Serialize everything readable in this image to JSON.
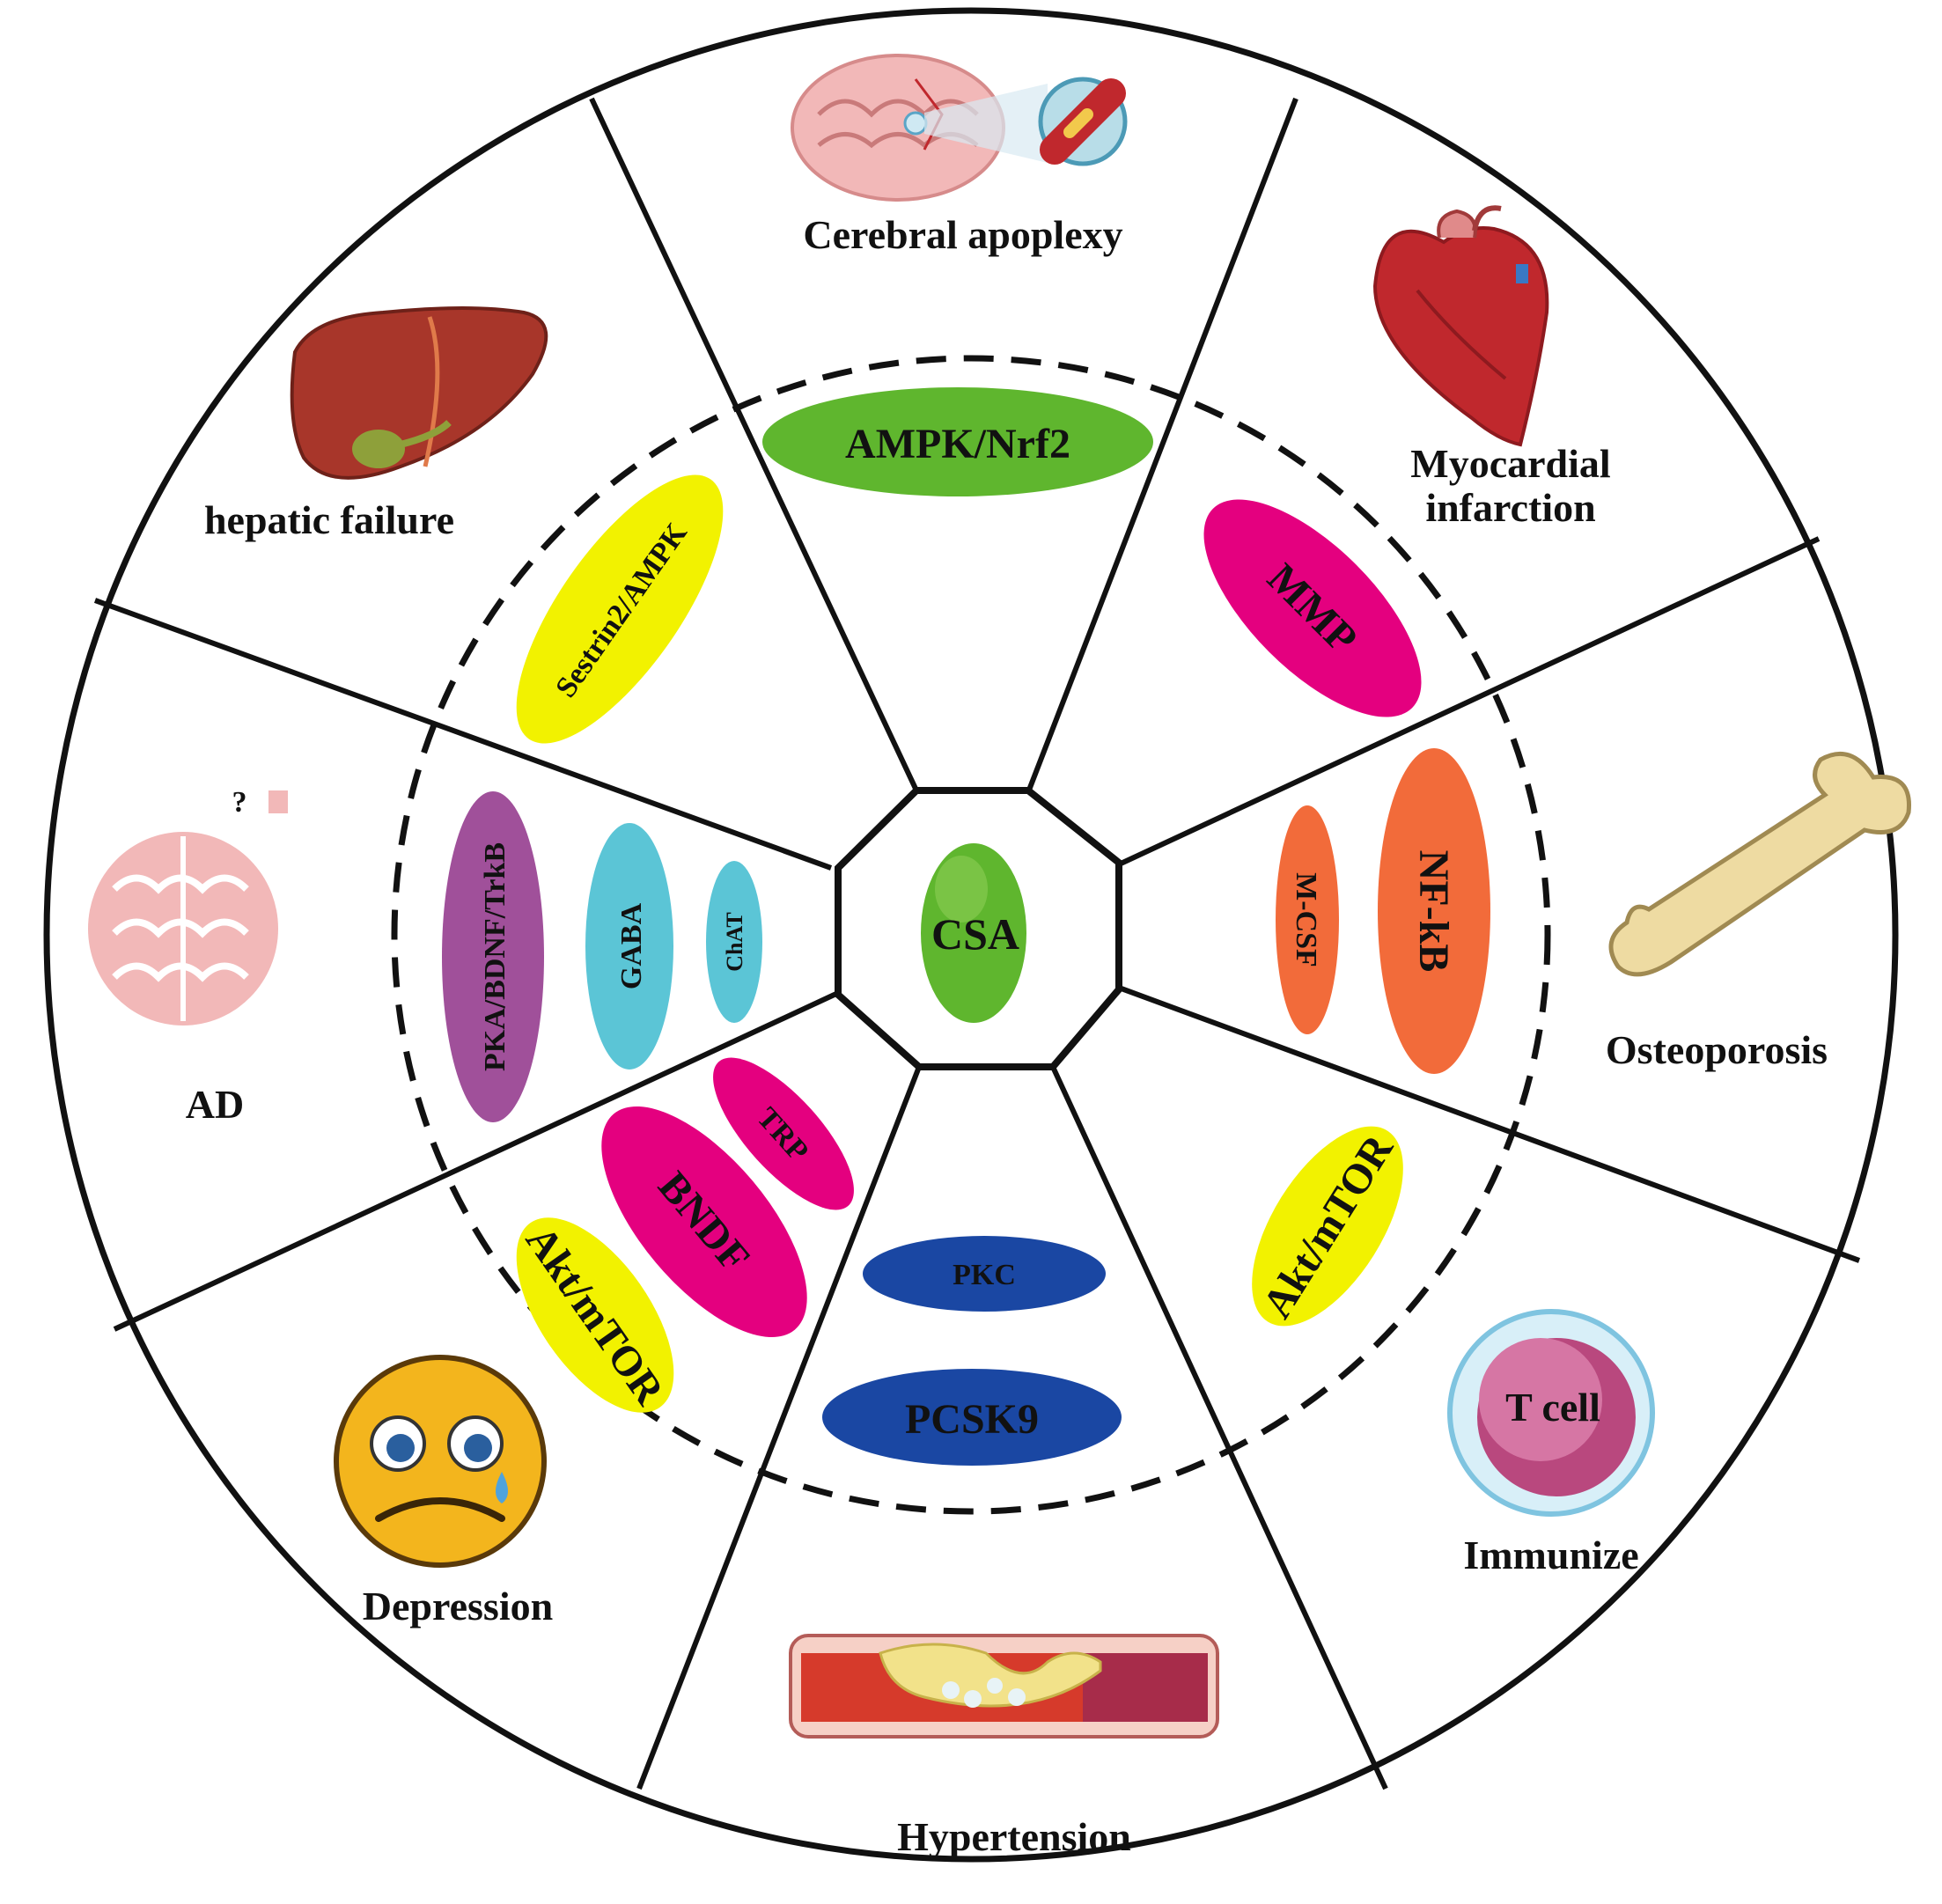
{
  "center": {
    "label": "CSA",
    "color": "#5fb62e"
  },
  "diseases": {
    "cerebral": "Cerebral apoplexy",
    "myocardial_1": "Myocardial",
    "myocardial_2": "infarction",
    "osteoporosis": "Osteoporosis",
    "immunize": "Immunize",
    "tcell": "T cell",
    "hypertension": "Hypertension",
    "depression": "Depression",
    "ad": "AD",
    "ad_mark": "?",
    "hepatic": "hepatic failure"
  },
  "pathways": [
    {
      "id": "ampk-nrf2",
      "label": "AMPK/Nrf2",
      "color": "#5fb62e"
    },
    {
      "id": "mmp",
      "label": "MMP",
      "color": "#e4007f"
    },
    {
      "id": "nfkb",
      "label": "NF-kB",
      "color": "#f26b3a"
    },
    {
      "id": "mcsf",
      "label": "M-CSF",
      "color": "#f26b3a"
    },
    {
      "id": "akt-mtor-immune",
      "label": "Akt/mTOR",
      "color": "#f2f200"
    },
    {
      "id": "pkc",
      "label": "PKC",
      "color": "#1a47a3"
    },
    {
      "id": "pcsk9",
      "label": "PCSK9",
      "color": "#1a47a3"
    },
    {
      "id": "trp",
      "label": "TRP",
      "color": "#e4007f"
    },
    {
      "id": "bndf",
      "label": "BNDF",
      "color": "#e4007f"
    },
    {
      "id": "akt-mtor-depression",
      "label": "Akt/mTOR",
      "color": "#f2f200"
    },
    {
      "id": "pka",
      "label": "PKA/BDNF/TrkB",
      "color": "#a0509a"
    },
    {
      "id": "gaba",
      "label": "GABA",
      "color": "#5bc5d6"
    },
    {
      "id": "chat",
      "label": "ChAT",
      "color": "#5bc5d6"
    },
    {
      "id": "sestrin2",
      "label": "Sestrin2/AMPK",
      "color": "#f2f200"
    }
  ]
}
